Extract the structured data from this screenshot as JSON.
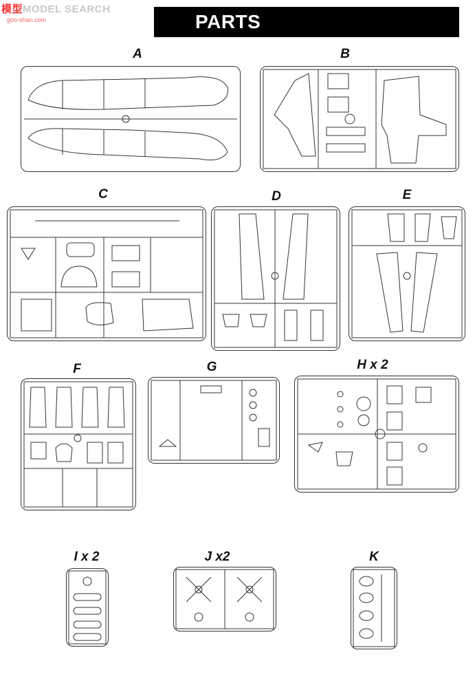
{
  "watermark": {
    "brand": "MODEL SEARCH",
    "brand_mark": "模型",
    "url": "goo-shan.com"
  },
  "page_title": "PARTS",
  "sprues": [
    {
      "id": "A",
      "label": "A"
    },
    {
      "id": "B",
      "label": "B"
    },
    {
      "id": "C",
      "label": "C"
    },
    {
      "id": "D",
      "label": "D"
    },
    {
      "id": "E",
      "label": "E"
    },
    {
      "id": "F",
      "label": "F"
    },
    {
      "id": "G",
      "label": "G"
    },
    {
      "id": "H",
      "label": "H x 2"
    },
    {
      "id": "I",
      "label": "I x 2"
    },
    {
      "id": "J",
      "label": "J x2"
    },
    {
      "id": "K",
      "label": "K"
    }
  ]
}
